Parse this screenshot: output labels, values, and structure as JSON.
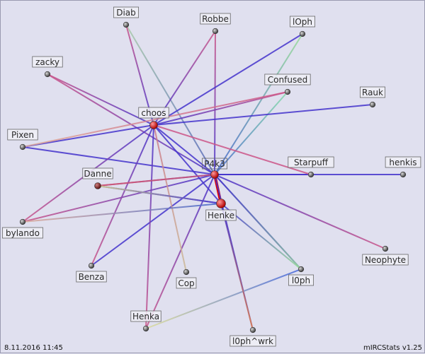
{
  "graph": {
    "nodes": [
      {
        "id": "Diab",
        "label": "Diab",
        "major": false
      },
      {
        "id": "Robbe",
        "label": "Robbe",
        "major": false
      },
      {
        "id": "lOph",
        "label": "lOph",
        "major": false
      },
      {
        "id": "zacky",
        "label": "zacky",
        "major": false
      },
      {
        "id": "Confused",
        "label": "Confused",
        "major": false
      },
      {
        "id": "Rauk",
        "label": "Rauk",
        "major": false
      },
      {
        "id": "choos",
        "label": "choos",
        "major": true
      },
      {
        "id": "Pixen",
        "label": "Pixen",
        "major": false
      },
      {
        "id": "henkis",
        "label": "henkis",
        "major": false
      },
      {
        "id": "Starpuff",
        "label": "Starpuff",
        "major": false
      },
      {
        "id": "P4k3",
        "label": "P4k3",
        "major": true
      },
      {
        "id": "Danne",
        "label": "Danne",
        "major": true
      },
      {
        "id": "Henke",
        "label": "Henke",
        "major": true
      },
      {
        "id": "bylando",
        "label": "bylando",
        "major": false
      },
      {
        "id": "Neophyte",
        "label": "Neophyte",
        "major": false
      },
      {
        "id": "Benza",
        "label": "Benza",
        "major": false
      },
      {
        "id": "Cop",
        "label": "Cop",
        "major": false
      },
      {
        "id": "l0ph",
        "label": "l0ph",
        "major": false
      },
      {
        "id": "Henka",
        "label": "Henka",
        "major": false
      },
      {
        "id": "l0ph^wrk",
        "label": "l0ph^wrk",
        "major": false
      }
    ],
    "edges": [
      {
        "from": "P4k3",
        "to": "Henke",
        "colors": [
          "#e00000",
          "#e00000"
        ],
        "strong": true
      },
      {
        "from": "P4k3",
        "to": "choos",
        "colors": [
          "#4433cc",
          "#4433cc"
        ]
      },
      {
        "from": "P4k3",
        "to": "Pixen",
        "colors": [
          "#4433cc",
          "#4433cc"
        ]
      },
      {
        "from": "P4k3",
        "to": "zacky",
        "colors": [
          "#4433cc",
          "#cc5588"
        ]
      },
      {
        "from": "P4k3",
        "to": "Diab",
        "colors": [
          "#5566bb",
          "#aaccaa"
        ]
      },
      {
        "from": "P4k3",
        "to": "Robbe",
        "colors": [
          "#4433cc",
          "#cc5588"
        ]
      },
      {
        "from": "P4k3",
        "to": "lOph",
        "colors": [
          "#4466cc",
          "#99dd99"
        ]
      },
      {
        "from": "P4k3",
        "to": "Confused",
        "colors": [
          "#4466cc",
          "#88ddaa"
        ]
      },
      {
        "from": "P4k3",
        "to": "Starpuff",
        "colors": [
          "#4433cc",
          "#4433cc"
        ]
      },
      {
        "from": "P4k3",
        "to": "henkis",
        "colors": [
          "#4433cc",
          "#4433cc"
        ]
      },
      {
        "from": "P4k3",
        "to": "Danne",
        "colors": [
          "#4433cc",
          "#cc5577"
        ]
      },
      {
        "from": "P4k3",
        "to": "bylando",
        "colors": [
          "#4433cc",
          "#cc5588"
        ]
      },
      {
        "from": "P4k3",
        "to": "Benza",
        "colors": [
          "#4433cc",
          "#4433cc"
        ]
      },
      {
        "from": "P4k3",
        "to": "Henka",
        "colors": [
          "#4433cc",
          "#cc5588"
        ]
      },
      {
        "from": "P4k3",
        "to": "l0ph^wrk",
        "colors": [
          "#4433cc",
          "#4433cc"
        ]
      },
      {
        "from": "P4k3",
        "to": "l0ph",
        "colors": [
          "#4433cc",
          "#4433cc"
        ]
      },
      {
        "from": "P4k3",
        "to": "Neophyte",
        "colors": [
          "#4433cc",
          "#cc5588"
        ]
      },
      {
        "from": "choos",
        "to": "Diab",
        "colors": [
          "#4433cc",
          "#cc5588"
        ]
      },
      {
        "from": "choos",
        "to": "Robbe",
        "colors": [
          "#4433cc",
          "#cc5588"
        ]
      },
      {
        "from": "choos",
        "to": "lOph",
        "colors": [
          "#4433cc",
          "#4433cc"
        ]
      },
      {
        "from": "choos",
        "to": "Confused",
        "colors": [
          "#4433cc",
          "#cc5588"
        ]
      },
      {
        "from": "choos",
        "to": "Rauk",
        "colors": [
          "#4433cc",
          "#4433cc"
        ]
      },
      {
        "from": "choos",
        "to": "zacky",
        "colors": [
          "#4433cc",
          "#cc5588"
        ]
      },
      {
        "from": "choos",
        "to": "Pixen",
        "colors": [
          "#4433cc",
          "#4433cc"
        ]
      },
      {
        "from": "choos",
        "to": "Henke",
        "colors": [
          "#4433cc",
          "#4433cc"
        ]
      },
      {
        "from": "choos",
        "to": "Starpuff",
        "colors": [
          "#cc5588",
          "#cc5588"
        ]
      },
      {
        "from": "choos",
        "to": "Cop",
        "colors": [
          "#cc7788",
          "#ccbb99"
        ]
      },
      {
        "from": "choos",
        "to": "Benza",
        "colors": [
          "#4433cc",
          "#cc5588"
        ]
      },
      {
        "from": "choos",
        "to": "Henka",
        "colors": [
          "#4433cc",
          "#cc5588"
        ]
      },
      {
        "from": "choos",
        "to": "bylando",
        "colors": [
          "#4433cc",
          "#cc5588"
        ]
      },
      {
        "from": "Pixen",
        "to": "Confused",
        "colors": [
          "#ddaa99",
          "#cc5588"
        ]
      },
      {
        "from": "Danne",
        "to": "Henke",
        "colors": [
          "#4433cc",
          "#4433cc"
        ]
      },
      {
        "from": "Danne",
        "to": "P4k3",
        "colors": [
          "#cc5577",
          "#cc5577"
        ]
      },
      {
        "from": "Danne",
        "to": "Henke",
        "colors": [
          "#dddd88",
          "#4433cc"
        ]
      },
      {
        "from": "Henke",
        "to": "l0ph",
        "colors": [
          "#4433cc",
          "#99dd99"
        ]
      },
      {
        "from": "Henke",
        "to": "bylando",
        "colors": [
          "#4466cc",
          "#ddaa99"
        ]
      },
      {
        "from": "l0ph",
        "to": "Henka",
        "colors": [
          "#4466dd",
          "#dddd99"
        ]
      },
      {
        "from": "l0ph^wrk",
        "to": "Henke",
        "colors": [
          "#ee8844",
          "#4433cc"
        ]
      },
      {
        "from": "l0ph",
        "to": "P4k3",
        "colors": [
          "#99dd99",
          "#4433cc"
        ]
      }
    ]
  },
  "footer": {
    "date": "8.11.2016 11:45",
    "app": "mIRCStats v1.25"
  }
}
